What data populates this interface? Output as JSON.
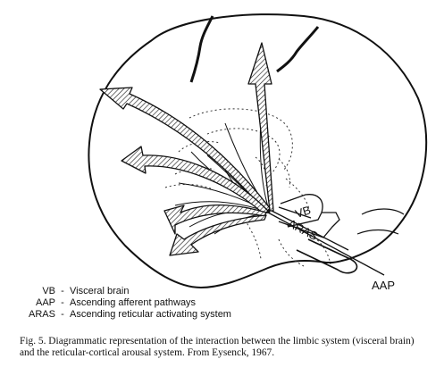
{
  "diagram": {
    "labels": {
      "vb": "VB",
      "aras": "ARAS",
      "aap": "AAP"
    }
  },
  "legend": [
    {
      "abbr": "VB",
      "sep": "-",
      "text": "Visceral brain"
    },
    {
      "abbr": "AAP",
      "sep": "-",
      "text": "Ascending afferent pathways"
    },
    {
      "abbr": "ARAS",
      "sep": "-",
      "text": "Ascending reticular activating system"
    }
  ],
  "caption": {
    "label": "Fig. 5.",
    "text": "Diagrammatic representation of the interaction between the limbic system (visceral brain) and the reticular-cortical arousal system. From Eysenck, 1967."
  }
}
